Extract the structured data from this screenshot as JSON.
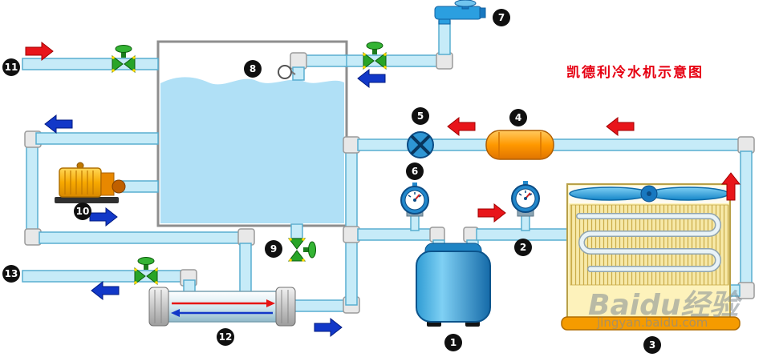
{
  "title": {
    "text": "凯德利冷水机示意图",
    "color": "#e60012"
  },
  "watermark": {
    "brand": "Baidu经验",
    "url": "jingyan.baidu.com"
  },
  "badges": [
    {
      "n": "1"
    },
    {
      "n": "2"
    },
    {
      "n": "3"
    },
    {
      "n": "4"
    },
    {
      "n": "5"
    },
    {
      "n": "6"
    },
    {
      "n": "7"
    },
    {
      "n": "8"
    },
    {
      "n": "9"
    },
    {
      "n": "10"
    },
    {
      "n": "11"
    },
    {
      "n": "12"
    },
    {
      "n": "13"
    }
  ],
  "colors": {
    "arrow_red": "#e8151a",
    "arrow_blue": "#1238c8",
    "pipe_fill": "#c6ebf8",
    "pipe_edge": "#58aed0",
    "valve_green": "#28a428",
    "tank_water": "#b0e0f6",
    "compressor_blue": "#2492d8",
    "filter_orange": "#ff9800",
    "condenser_yellow": "#fdf2bb",
    "condenser_base": "#f59b00",
    "fan_blue": "#2ba8e8",
    "title_red": "#e60012"
  }
}
